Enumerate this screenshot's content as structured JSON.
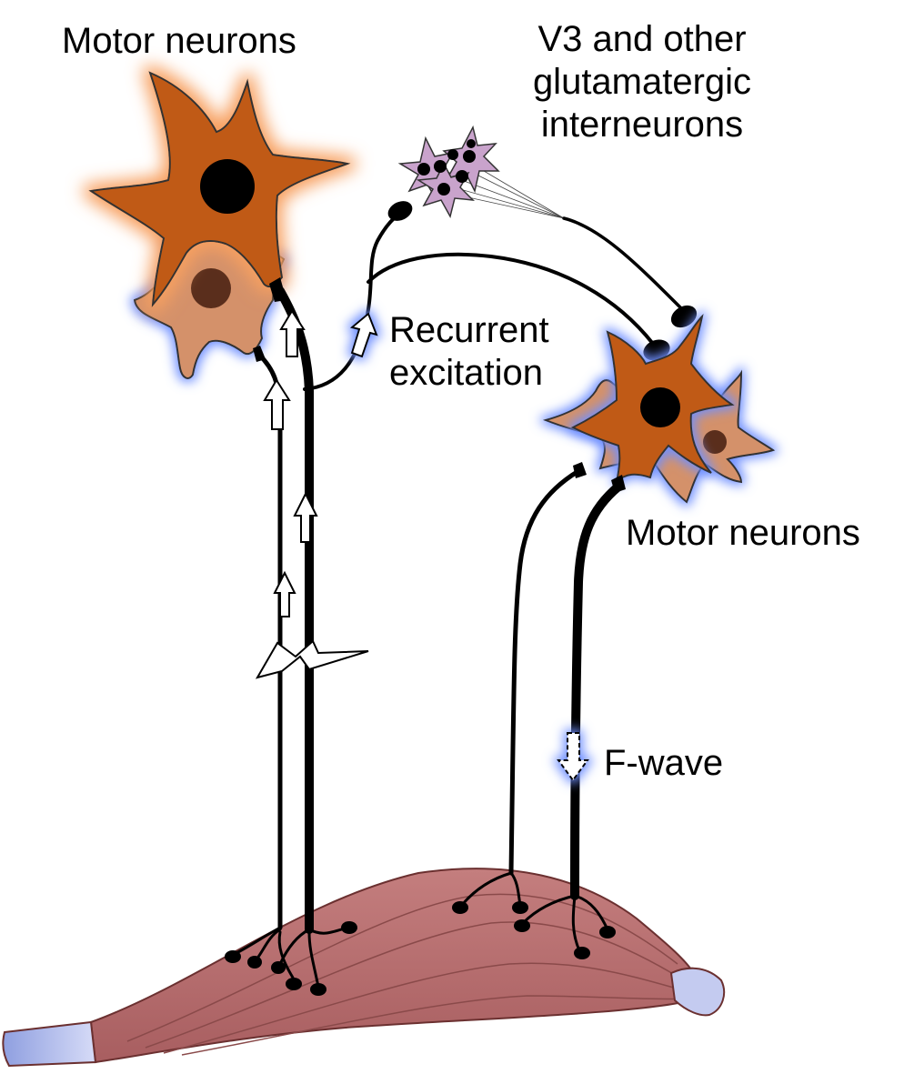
{
  "labels": {
    "motor_neurons_top": "Motor neurons",
    "interneurons_line1": "V3 and other",
    "interneurons_line2": "glutamatergic",
    "interneurons_line3": "interneurons",
    "recurrent_line1": "Recurrent",
    "recurrent_line2": "excitation",
    "motor_neurons_right": "Motor neurons",
    "f_wave": "F-wave"
  },
  "colors": {
    "motor_neuron_dark": "#c05a14",
    "motor_neuron_light": "#d4916a",
    "interneuron": "#c9a3cc",
    "muscle": "#b87272",
    "tendon": "#a9b4e6",
    "glow_orange": "#f7a060",
    "glow_blue": "#7090ff"
  }
}
